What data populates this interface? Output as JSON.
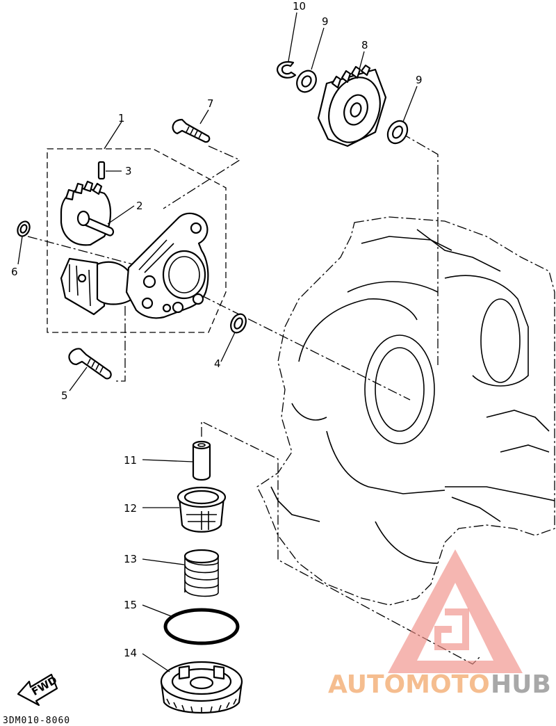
{
  "diagram": {
    "callouts": {
      "c1": "1",
      "c2": "2",
      "c3": "3",
      "c4": "4",
      "c5": "5",
      "c6": "6",
      "c7": "7",
      "c8": "8",
      "c9a": "9",
      "c9b": "9",
      "c10": "10",
      "c11": "11",
      "c12": "12",
      "c13": "13",
      "c14": "14",
      "c15": "15"
    },
    "forward_arrow": "FWD",
    "drawing_code": "3DM010-8060"
  },
  "watermark": {
    "part1": "AUTOMOTO",
    "part2": "HUB",
    "colors": {
      "triangle": "#f08d86",
      "auto": "#f4b27c",
      "hub": "#9a9a9a"
    }
  }
}
